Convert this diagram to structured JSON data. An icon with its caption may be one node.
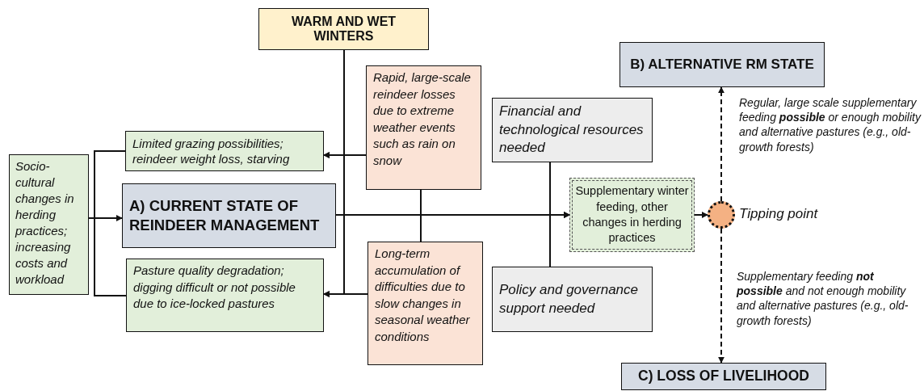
{
  "diagram": {
    "nodes": [
      {
        "text": [
          "WARM AND WET WINTERS"
        ]
      },
      {
        "text": [
          "Rapid, large-scale reindeer losses due to extreme weather events such as rain on snow"
        ]
      },
      {
        "text": [
          "Limited grazing possibilities; reindeer weight loss, starving"
        ]
      },
      {
        "text": [
          "Socio-cultural changes in herding practices; increasing costs and workload"
        ]
      },
      {
        "text": [
          "A) CURRENT STATE OF REINDEER MANAGEMENT"
        ]
      },
      {
        "text": [
          "Long-term accumulation of difficulties due to slow changes in seasonal weather conditions"
        ]
      },
      {
        "text": [
          "Pasture quality degradation; digging difficult or not possible due to ice-locked pastures"
        ]
      },
      {
        "text": [
          "Financial and technological resources needed"
        ]
      },
      {
        "text": [
          "Supplementary winter feeding, other changes in herding practices"
        ]
      },
      {
        "text": [
          "Policy and governance support needed"
        ]
      },
      {
        "text": [],
        "shape": "circle",
        "beside": [
          "Tipping point"
        ]
      },
      {
        "text": [
          "B) ALTERNATIVE RM STATE"
        ]
      },
      {
        "text": [
          "C) LOSS OF LIVELIHOOD"
        ]
      }
    ],
    "edges": [
      {
        "from": 0,
        "to": 2,
        "arrow": "to"
      },
      {
        "from": 0,
        "to": 6,
        "arrow": "to"
      },
      {
        "from": 1,
        "to": 2,
        "arrow": "to"
      },
      {
        "from": 5,
        "to": 6,
        "arrow": "to"
      },
      {
        "from": 1,
        "to": 5,
        "arrow": "none"
      },
      {
        "from": 3,
        "to": 4,
        "arrow": "to"
      },
      {
        "from": 3,
        "to": 2,
        "arrow": "none"
      },
      {
        "from": 3,
        "to": 6,
        "arrow": "none"
      },
      {
        "from": 4,
        "to": 8,
        "arrow": "to"
      },
      {
        "from": 7,
        "to": 8,
        "arrow": "to"
      },
      {
        "from": 9,
        "to": 8,
        "arrow": "to"
      },
      {
        "from": 8,
        "to": 10,
        "arrow": "to"
      },
      {
        "from": 10,
        "to": 11,
        "arrow": "to",
        "style": "dashed",
        "label": "Regular, large scale supplementary feeding **possible** or enough mobility and alternative pastures (e.g., old-growth forests)"
      },
      {
        "from": 10,
        "to": 12,
        "arrow": "to",
        "style": "dashed",
        "label": "Supplementary feeding **not possible** and not enough mobility and alternative pastures (e.g., old-growth forests)"
      }
    ]
  }
}
